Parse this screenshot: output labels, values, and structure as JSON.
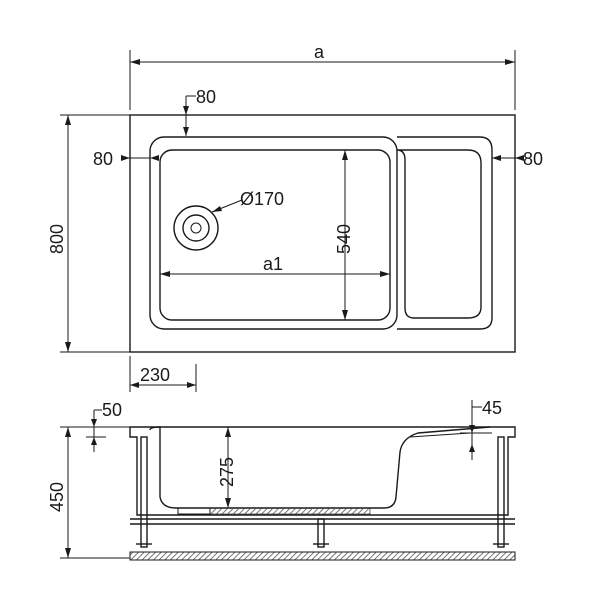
{
  "top_view": {
    "dim_overall_width": "a",
    "dim_inner_width": "a1",
    "dim_top_margin": "80",
    "dim_left_margin": "80",
    "dim_right_margin": "80",
    "dim_height": "800",
    "dim_inner_height": "540",
    "dim_drain_diameter": "Ø170",
    "dim_drain_offset": "230"
  },
  "side_view": {
    "dim_rim": "50",
    "dim_height": "450",
    "dim_depth": "275",
    "dim_seat_rim": "45"
  },
  "colors": {
    "line": "#1a1a1a",
    "hatch": "#555555"
  }
}
